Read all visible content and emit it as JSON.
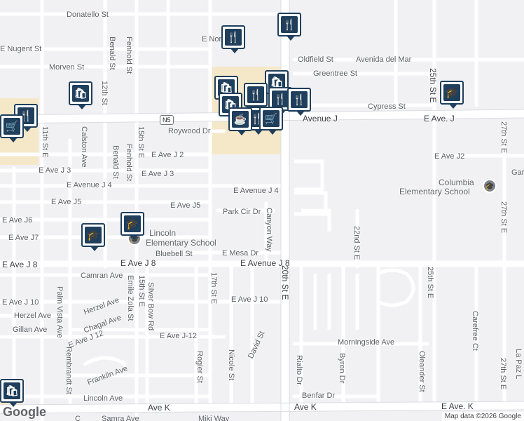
{
  "map": {
    "attribution": "Map data ©2026 Google",
    "logo": "Google",
    "highway_shield": "N5",
    "colors": {
      "background": "#f1f1f4",
      "road": "#ffffff",
      "major_road": "#ffffff",
      "pin": "#1f3f5c",
      "commercial": "#f5e8c8"
    },
    "streets": {
      "donatello": "Donatello St",
      "nugent": "E Nugent St",
      "nor": "E Nor",
      "morven": "Morven St",
      "benald_top": "Benald St",
      "fenhold_top": "Fenhold St",
      "twelfth": "12th St",
      "eleventh": "11th St E",
      "oldfield": "Oldfield St",
      "avenida": "Avenida del Mar",
      "greentree": "Greentree St",
      "cypress": "Cypress St",
      "avenue_j": "Avenue J",
      "e_ave_j": "E Ave. J",
      "twentyfifth_top": "25th St E",
      "calston": "Calston Ave",
      "roywood": "Roywood Dr",
      "fifteenth_top": "15th St E",
      "benald": "Benald St",
      "fenhold": "Fenhold St",
      "e_ave_j2": "E Ave J 2",
      "e_ave_j2_right": "E Ave J2",
      "twentyseventh_top": "27th St E",
      "e_ave_j3_left": "E Ave J 3",
      "e_ave_j3": "E Ave J 3",
      "gar": "Gar",
      "e_avenue_j4_left": "E Avenue J 4",
      "e_avenue_j4": "E Avenue J 4",
      "e_ave_j5_left": "E Ave J5",
      "e_ave_j5": "E Ave J5",
      "park_cir": "Park Cir Dr",
      "canyon_way": "Canyon Way",
      "twentysecond": "22nd St E",
      "twentyseventh_mid": "27th St E",
      "e_ave_j6": "E Ave J6",
      "e_ave_j7": "E Ave J7",
      "bluebell": "Bluebell St",
      "e_mesa": "E Mesa Dr",
      "e_ave_j8_left": "E Ave J 8",
      "e_ave_j8_mid": "E Ave J 8",
      "e_ave_j8_main": "E Avenue J 8",
      "twentieth": "20th St E",
      "camran": "Camran Ave",
      "fifteenth": "15th St E",
      "emile_zola": "Emile Zola St",
      "silver_bow": "Silver Bow Rd",
      "seventeenth": "17th St E",
      "twentyfifth_low": "25th St E",
      "palm_vista": "Palm Vista Ave",
      "e_ave_j10_left": "E Ave J 10",
      "e_ave_j10": "E Ave J 10",
      "herzel_ave": "Herzel Ave",
      "herzel_ave2": "Herzel Ave",
      "gillan": "Gillan Ave",
      "chagal": "Chagal Ave",
      "carefree": "Carefree Ct",
      "e_ave_j12_left": "E Ave J 12",
      "e_ave_j12": "E Ave J-12",
      "david": "David St",
      "rembrandt": "Rembrandt St",
      "rogier": "Rogier St",
      "nicole": "Nicole St",
      "morningside": "Morningside Ave",
      "rialto": "Rialto Dr",
      "byron": "Byron Dr",
      "oleander": "Oleander St",
      "la_paz": "La Paz L",
      "twentyseventh_low": "27th St E",
      "franklin": "Franklin Ave",
      "benfar": "Benfar Dr",
      "lincoln_ave": "Lincoln Ave",
      "ave_k_left": "Ave K",
      "ave_k_mid": "Ave K",
      "e_ave_k": "E Ave. K",
      "samra": "Samra Ave",
      "miki": "Miki Way",
      "c_partial": "C"
    },
    "places": {
      "columbia_line1": "Columbia",
      "columbia_line2": "Elementary School",
      "lincoln_line1": "Lincoln",
      "lincoln_line2": "Elementary School"
    },
    "markers": [
      {
        "type": "restaurant",
        "icon": "fork-knife-icon"
      },
      {
        "type": "restaurant",
        "icon": "fork-knife-icon"
      },
      {
        "type": "shopping",
        "icon": "shopping-bag-icon"
      },
      {
        "type": "restaurant",
        "icon": "fork-knife-icon"
      },
      {
        "type": "school",
        "icon": "graduation-cap-icon"
      },
      {
        "type": "school",
        "icon": "graduation-cap-icon"
      },
      {
        "type": "school",
        "icon": "graduation-cap-icon"
      },
      {
        "type": "cafe",
        "icon": "coffee-cup-icon"
      },
      {
        "type": "grocery",
        "icon": "shopping-cart-icon"
      },
      {
        "type": "grocery",
        "icon": "shopping-cart-icon"
      },
      {
        "type": "shopping",
        "icon": "shopping-bag-icon"
      }
    ]
  }
}
